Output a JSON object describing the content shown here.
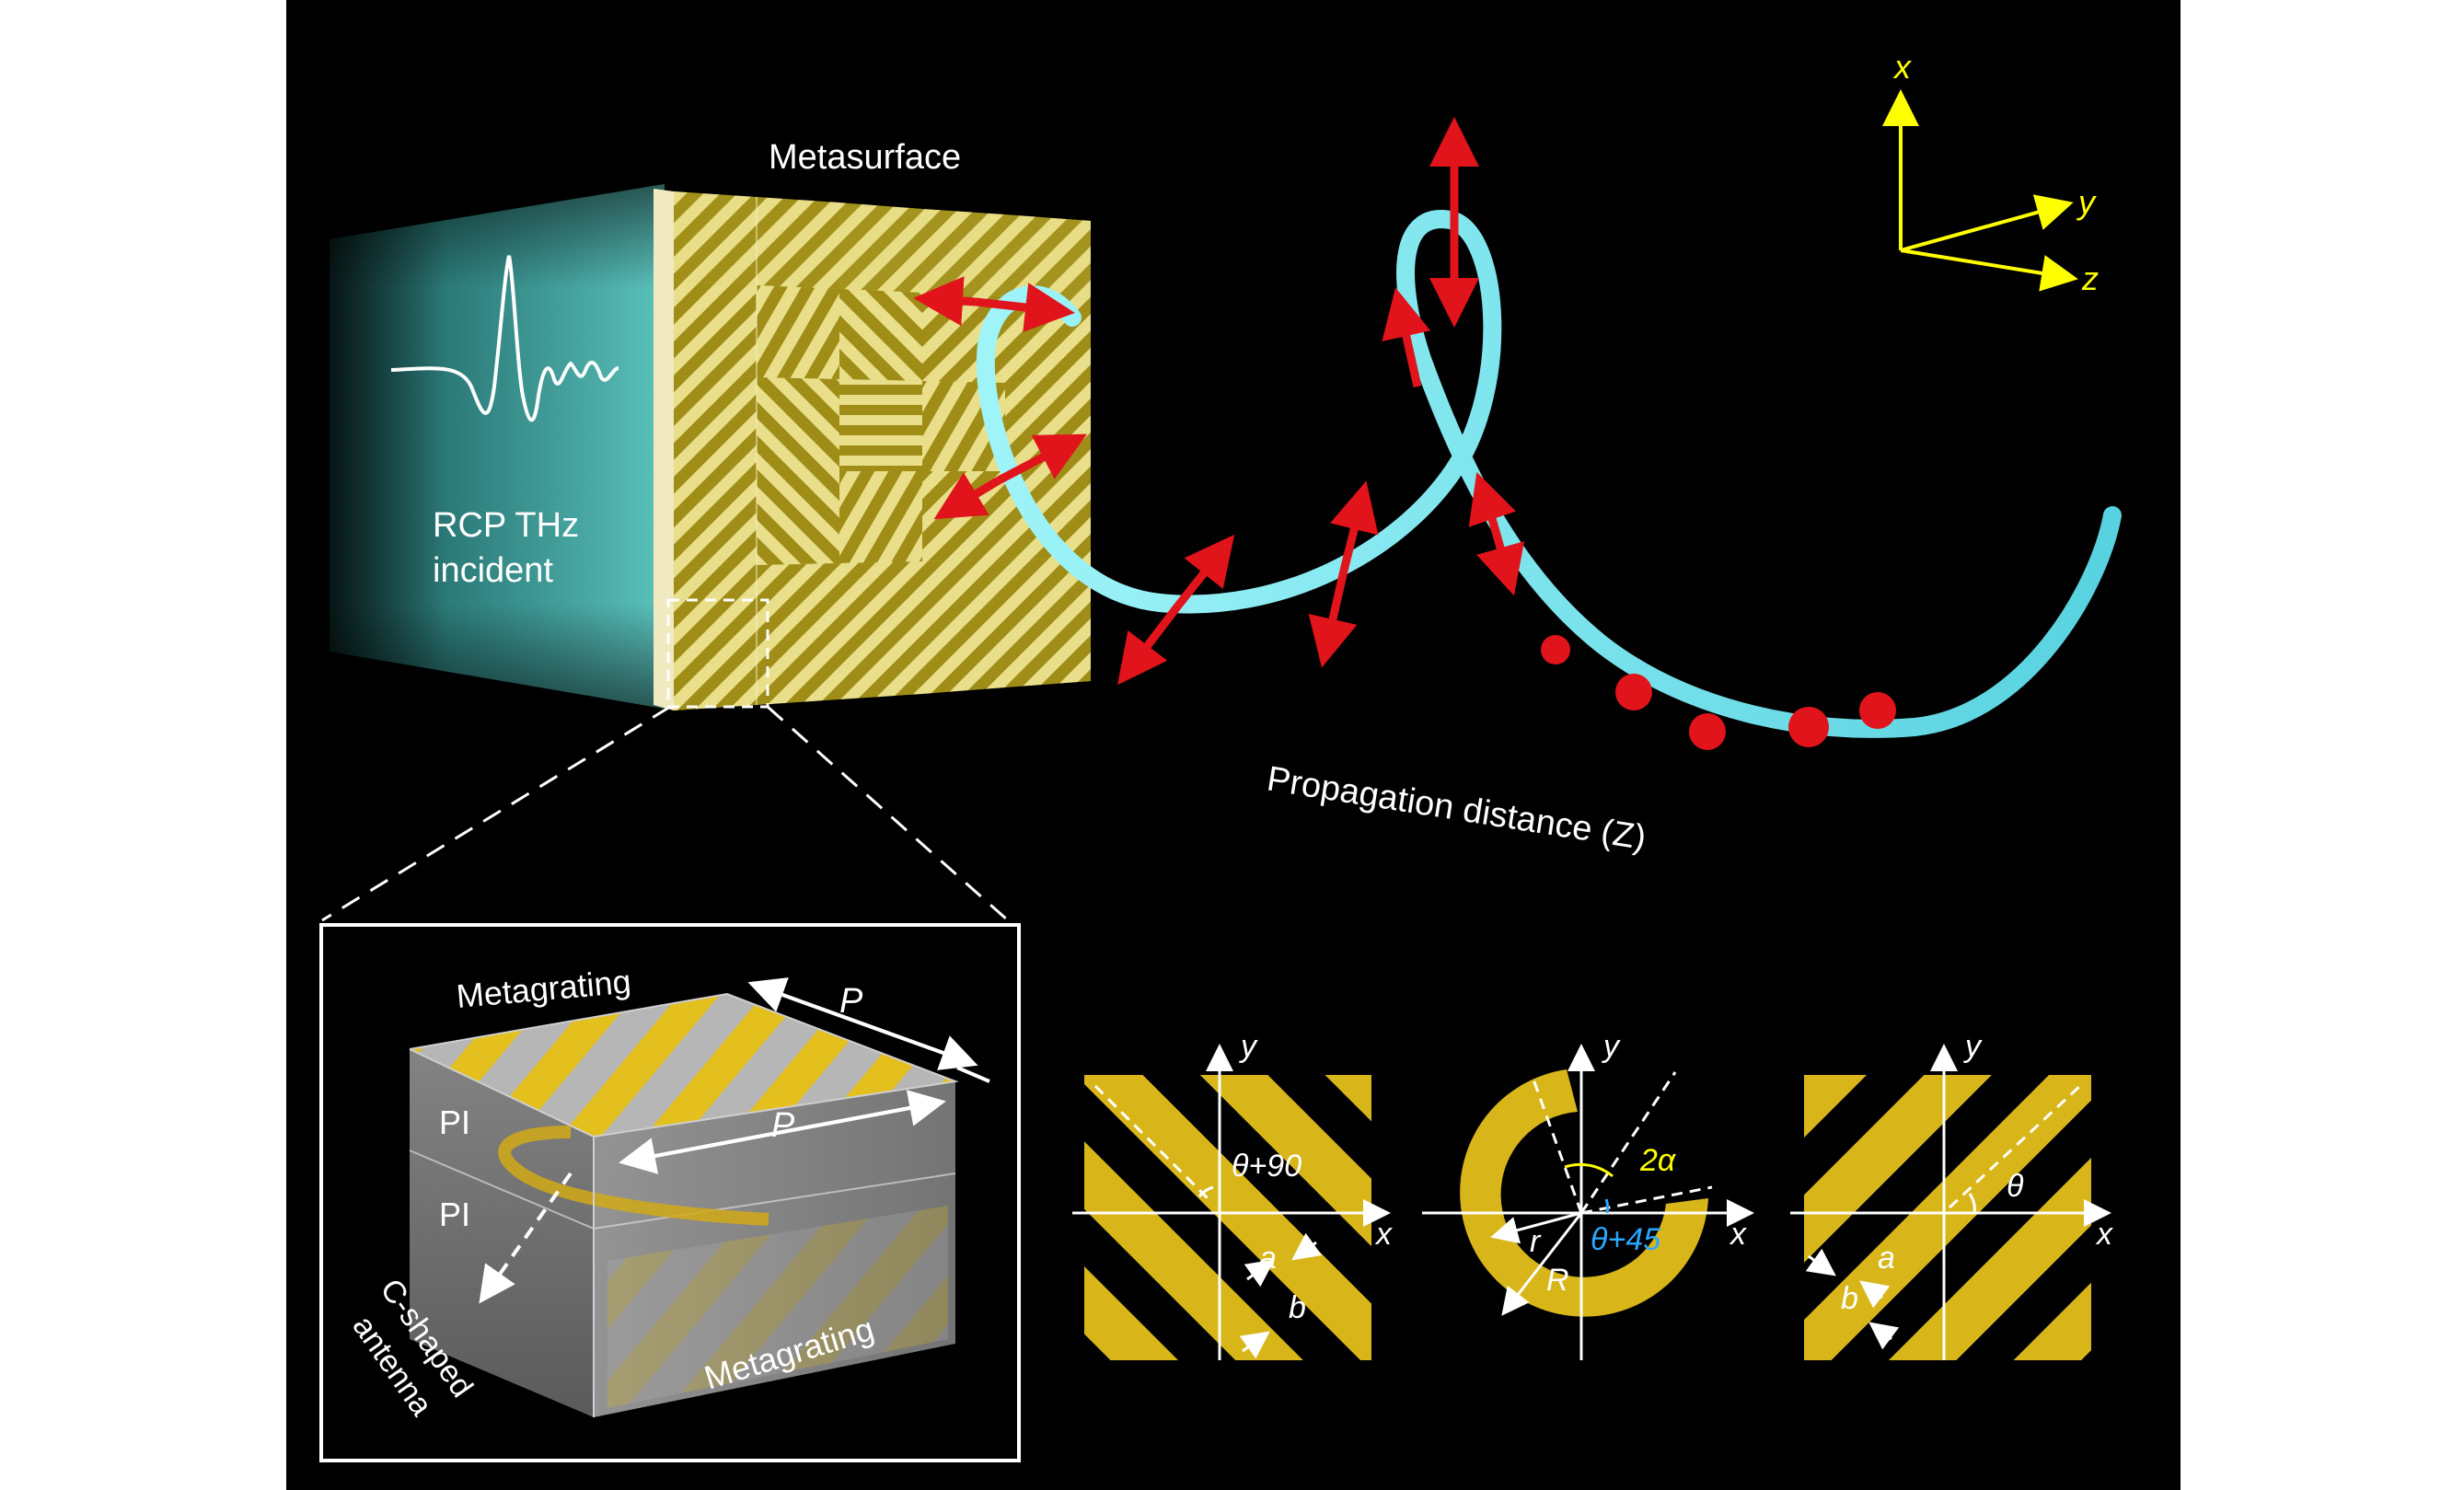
{
  "main": {
    "metasurface_label": "Metasurface",
    "incident_line1": "RCP THz",
    "incident_line2": "incident",
    "propagation_label": "Propagation distance (Z)",
    "axes": {
      "x": "x",
      "y": "y",
      "z": "z"
    }
  },
  "inset": {
    "metagrating_top": "Metagrating",
    "metagrating_bottom": "Metagrating",
    "period_top": "P",
    "period_mid": "P",
    "pi_top": "PI",
    "pi_bottom": "PI",
    "antenna_line1": "C-shaped",
    "antenna_line2": "antenna"
  },
  "panels": {
    "left": {
      "x": "x",
      "y": "y",
      "angle": "θ+90",
      "a": "a",
      "b": "b"
    },
    "center": {
      "x": "x",
      "y": "y",
      "alpha": "2α",
      "angle": "θ+45",
      "r": "r",
      "R": "R"
    },
    "right": {
      "x": "x",
      "y": "y",
      "angle": "θ",
      "a": "a",
      "b": "b"
    }
  },
  "colors": {
    "background": "#000000",
    "gold": "#d8b61a",
    "helix": "#78e4ee",
    "arrow": "#e0141a",
    "axis_yellow": "#ffff00",
    "angle_blue": "#2aa8ff"
  }
}
